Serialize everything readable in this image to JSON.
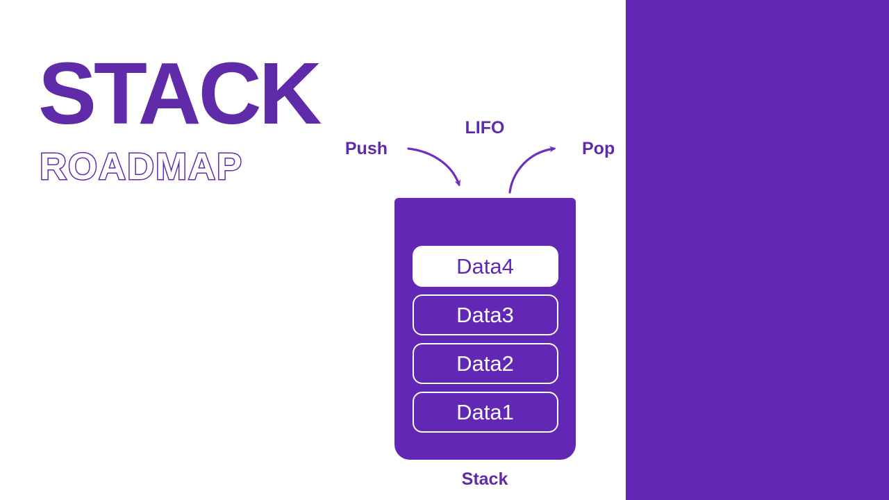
{
  "title": {
    "main": "STACK",
    "subtitle": "ROADMAP"
  },
  "diagram": {
    "lifo_label": "LIFO",
    "push_label": "Push",
    "pop_label": "Pop",
    "stack_label": "Stack",
    "items": [
      {
        "label": "Data4",
        "highlighted": true
      },
      {
        "label": "Data3",
        "highlighted": false
      },
      {
        "label": "Data2",
        "highlighted": false
      },
      {
        "label": "Data1",
        "highlighted": false
      }
    ]
  },
  "colors": {
    "primary_purple": "#6227B5",
    "title_text_purple": "#5F2BA8",
    "arrow_purple": "#6E2EC0",
    "highlight_background": "#FFFFFF"
  }
}
